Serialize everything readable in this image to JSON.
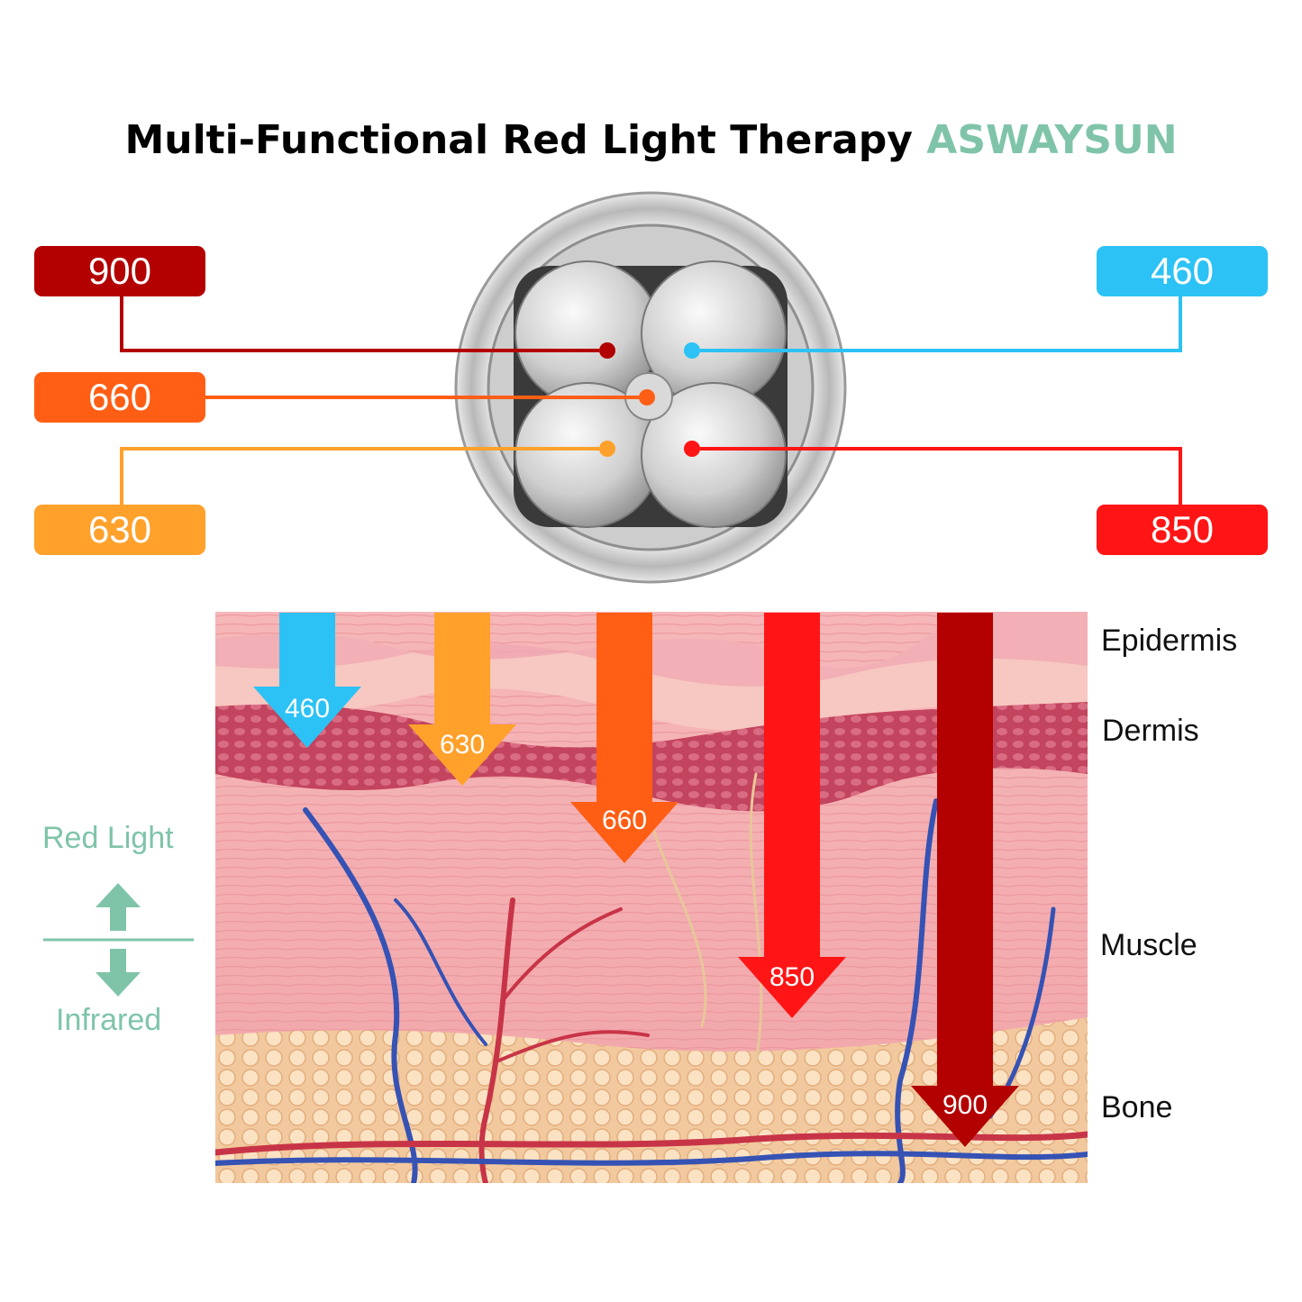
{
  "title": {
    "main": "Multi-Functional Red Light Therapy",
    "brand": "ASWAYSUN"
  },
  "colors": {
    "brand_green": "#7fc4a9",
    "w900": "#b30000",
    "w660": "#ff5e14",
    "w630": "#ffa12b",
    "w460": "#2cc2f5",
    "w850": "#ff1515"
  },
  "wavelength_tags": {
    "w900": "900",
    "w660": "660",
    "w630": "630",
    "w460": "460",
    "w850": "850"
  },
  "arrows": [
    {
      "label": "460",
      "color": "#2cc2f5"
    },
    {
      "label": "630",
      "color": "#ffa12b"
    },
    {
      "label": "660",
      "color": "#ff5e14"
    },
    {
      "label": "850",
      "color": "#ff1515"
    },
    {
      "label": "900",
      "color": "#b30000"
    }
  ],
  "layers": {
    "epidermis": "Epidermis",
    "dermis": "Dermis",
    "muscle": "Muscle",
    "bone": "Bone"
  },
  "legend": {
    "red_light": "Red Light",
    "infrared": "Infrared"
  }
}
